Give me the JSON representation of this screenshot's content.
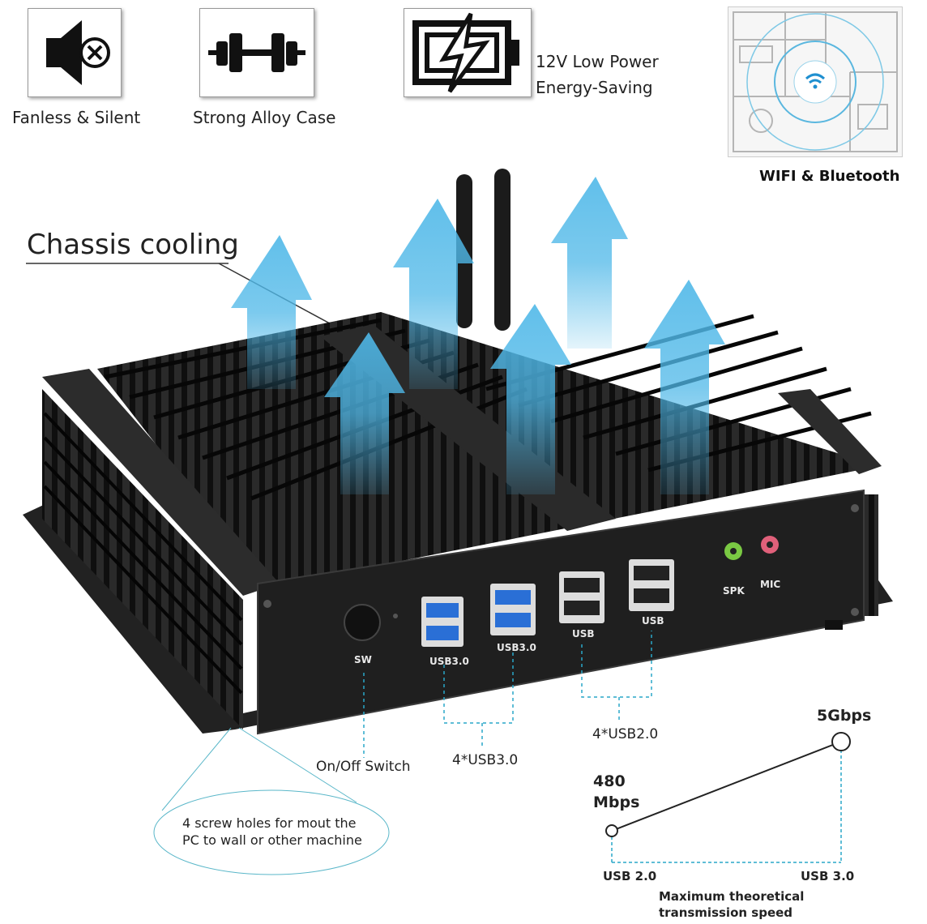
{
  "features": [
    {
      "label": "Fanless & Silent",
      "icon": "speaker-mute-icon"
    },
    {
      "label": "Strong Alloy Case",
      "icon": "dumbbell-icon"
    },
    {
      "label": "12V Low Power",
      "label2": "Energy-Saving",
      "icon": "battery-bolt-icon"
    },
    {
      "label": "WIFI & Bluetooth",
      "icon": "wifi-floorplan-icon"
    }
  ],
  "chassis": {
    "callout": "Chassis cooling"
  },
  "ports": {
    "sw": "SW",
    "usb3_a": "USB3.0",
    "usb3_b": "USB3.0",
    "usb2_a": "USB",
    "usb2_b": "USB",
    "spk": "SPK",
    "mic": "MIC"
  },
  "annotations": {
    "switch": "On/Off Switch",
    "usb3": "4*USB3.0",
    "usb2": "4*USB2.0",
    "screw_line1": "4 screw holes for mout the",
    "screw_line2": "PC to wall or other machine"
  },
  "speed_chart": {
    "usb2_value": "480",
    "usb2_unit": "Mbps",
    "usb3_value": "5Gbps",
    "x_label_left": "USB 2.0",
    "x_label_right": "USB 3.0",
    "caption_line1": "Maximum theoretical",
    "caption_line2": "transmission speed"
  },
  "colors": {
    "arrow": "#4fb8e8",
    "case": "#1a1a1a",
    "usb3_blue": "#2a6fd6",
    "spk_green": "#7ac943",
    "mic_pink": "#e0607a",
    "dashed": "#2aa7c9"
  }
}
